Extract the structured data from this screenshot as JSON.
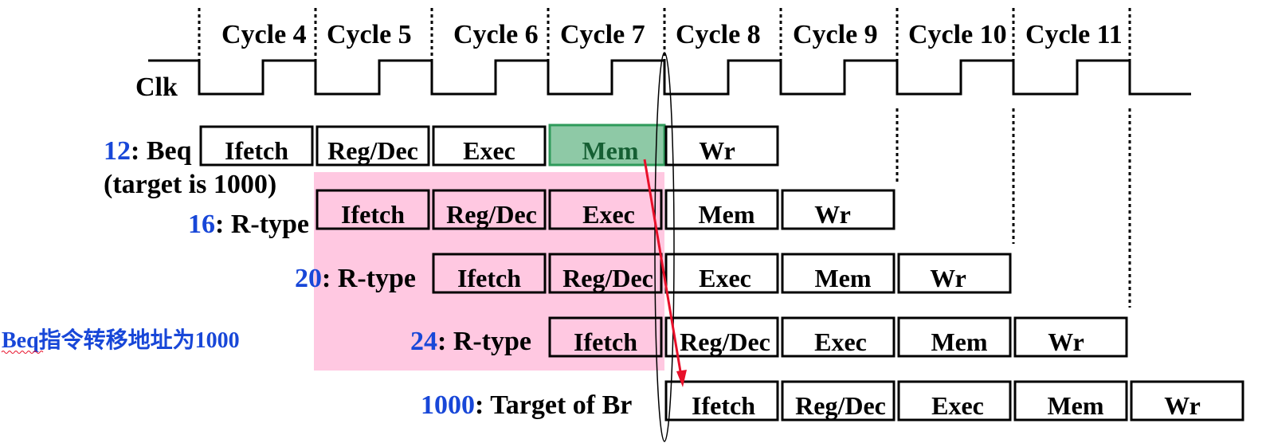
{
  "cycles": [
    "Cycle 4",
    "Cycle 5",
    "Cycle 6",
    "Cycle 7",
    "Cycle 8",
    "Cycle 9",
    "Cycle 10",
    "Cycle 11"
  ],
  "clock_label": "Clk",
  "instructions": [
    {
      "addr": "12",
      "rest": ": Beq",
      "sub": "(target is 1000)",
      "stages": [
        "Ifetch",
        "Reg/Dec",
        "Exec",
        "Mem",
        "Wr"
      ],
      "highlight_stage": 3
    },
    {
      "addr": "16",
      "rest": ": R-type",
      "stages": [
        "Ifetch",
        "Reg/Dec",
        "Exec",
        "Mem",
        "Wr"
      ]
    },
    {
      "addr": "20",
      "rest": ": R-type",
      "stages": [
        "Ifetch",
        "Reg/Dec",
        "Exec",
        "Mem",
        "Wr"
      ]
    },
    {
      "addr": "24",
      "rest": ": R-type",
      "stages": [
        "Ifetch",
        "Reg/Dec",
        "Exec",
        "Mem",
        "Wr"
      ]
    },
    {
      "addr": "1000",
      "rest": ": Target of Br",
      "stages": [
        "Ifetch",
        "Reg/Dec",
        "Exec",
        "Mem",
        "Wr"
      ]
    }
  ],
  "note": "Beq指令转移地址为1000",
  "colors": {
    "number": "#1847d8",
    "squash_region": "#ffc8e1",
    "mem_highlight_fill": "#8ec9a6",
    "mem_highlight_border": "#2e9a5a",
    "mem_highlight_text": "#155f33",
    "branch_arrow": "#e8102a"
  }
}
